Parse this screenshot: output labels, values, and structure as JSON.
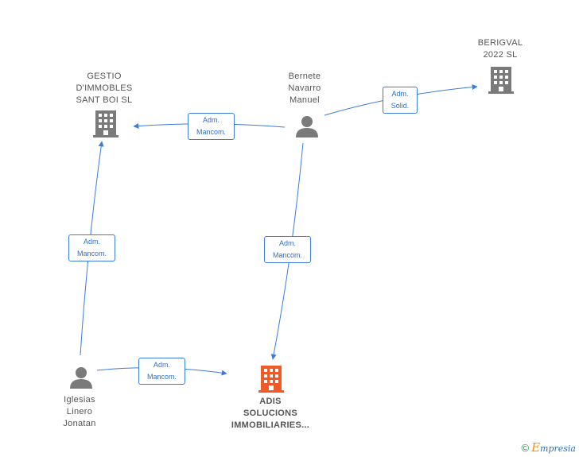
{
  "nodes": {
    "gestio": {
      "lines": [
        "GESTIO",
        "D'IMMOBLES",
        "SANT BOI  SL"
      ]
    },
    "berigval": {
      "lines": [
        "BERIGVAL",
        "2022  SL"
      ]
    },
    "bernete": {
      "lines": [
        "Bernete",
        "Navarro",
        "Manuel"
      ]
    },
    "iglesias": {
      "lines": [
        "Iglesias",
        "Linero",
        "Jonatan"
      ]
    },
    "adis": {
      "lines": [
        "ADIS",
        "SOLUCIONS",
        "IMMOBILIARIES..."
      ]
    }
  },
  "edges": {
    "bernete_gestio": {
      "lines": [
        "Adm.",
        "Mancom."
      ]
    },
    "bernete_berigval": {
      "lines": [
        "Adm.",
        "Solid."
      ]
    },
    "iglesias_gestio": {
      "lines": [
        "Adm.",
        "Mancom."
      ]
    },
    "bernete_adis": {
      "lines": [
        "Adm.",
        "Mancom."
      ]
    },
    "iglesias_adis": {
      "lines": [
        "Adm.",
        "Mancom."
      ]
    }
  },
  "colors": {
    "edge": "#3b7dd8",
    "company_icon": "#7a7a7a",
    "main_company_icon": "#f05a28",
    "person_icon": "#7a7a7a"
  },
  "footer": {
    "copyright": "©",
    "brand_e": "E",
    "brand_rest": "mpresia"
  }
}
